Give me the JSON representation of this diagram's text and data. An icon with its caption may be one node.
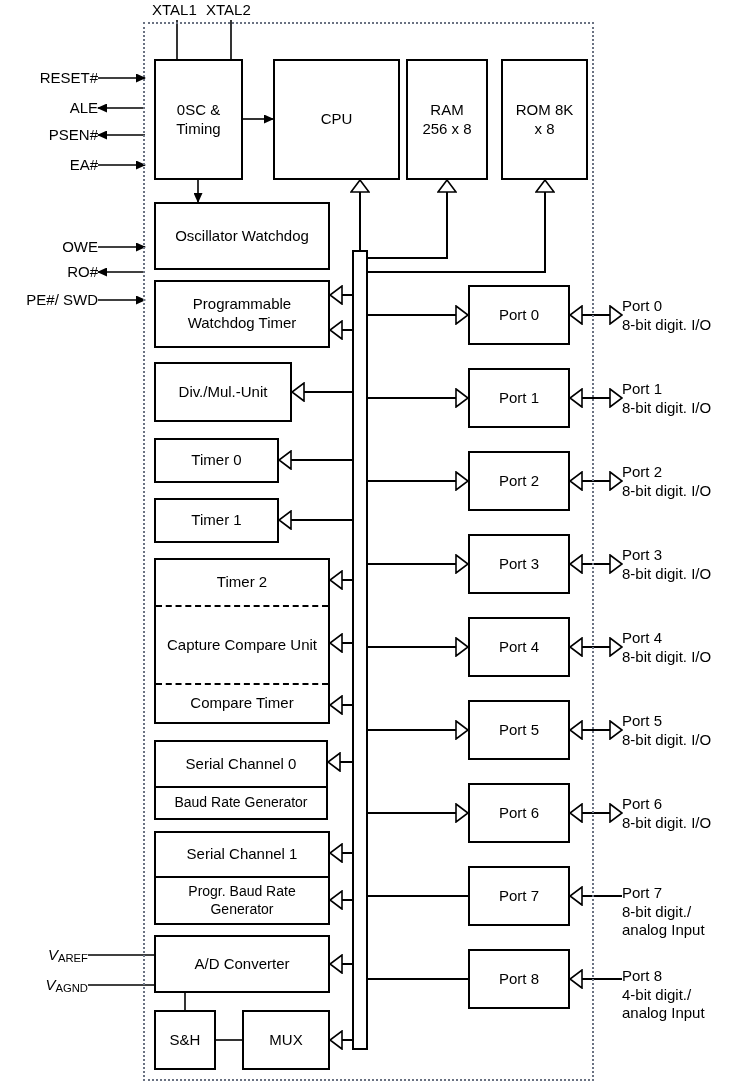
{
  "diagram": {
    "nodes": [
      {
        "text": [],
        "shape": "box"
      },
      {
        "text": [
          "XTAL1"
        ]
      },
      {
        "text": [
          "XTAL2"
        ]
      },
      {
        "text": [
          "RESET#"
        ]
      },
      {
        "text": [
          "ALE"
        ]
      },
      {
        "text": [
          "PSEN#"
        ]
      },
      {
        "text": [
          "EA#"
        ]
      },
      {
        "text": [
          "0SC & Timing"
        ],
        "in": 0
      },
      {
        "text": [
          "CPU"
        ],
        "in": 0
      },
      {
        "text": [
          "RAM 256 x 8"
        ],
        "in": 0
      },
      {
        "text": [
          "ROM 8K x 8"
        ],
        "in": 0
      },
      {
        "text": [
          "Oscillator Watchdog"
        ],
        "in": 0
      },
      {
        "text": [
          "OWE"
        ]
      },
      {
        "text": [
          "RO#"
        ]
      },
      {
        "text": [
          "PE#/ SWD"
        ]
      },
      {
        "text": [
          "Programmable Watchdog Timer"
        ],
        "in": 0
      },
      {
        "text": [
          "Div./Mul.-Unit"
        ],
        "in": 0
      },
      {
        "text": [
          "Timer 0"
        ],
        "in": 0
      },
      {
        "text": [
          "Timer 1"
        ],
        "in": 0
      },
      {
        "text": [
          "Timer 2",
          "Capture Compare Unit",
          "Compare Timer"
        ],
        "in": 0
      },
      {
        "text": [
          "Serial Channel 0",
          "Baud Rate Generator"
        ],
        "in": 0
      },
      {
        "text": [
          "Serial Channel 1",
          "Progr. Baud Rate Generator"
        ],
        "in": 0
      },
      {
        "text": [
          "*V*$_{AREF}$"
        ]
      },
      {
        "text": [
          "*V*$_{AGND}$"
        ]
      },
      {
        "text": [
          "A/D Converter"
        ],
        "in": 0
      },
      {
        "text": [
          "S&H"
        ],
        "in": 0
      },
      {
        "text": [
          "MUX"
        ],
        "in": 0
      },
      {
        "text": [],
        "shape": "bar",
        "in": 0
      },
      {
        "text": [
          "Port 0"
        ],
        "in": 0
      },
      {
        "text": [
          "Port 1"
        ],
        "in": 0
      },
      {
        "text": [
          "Port 2"
        ],
        "in": 0
      },
      {
        "text": [
          "Port 3"
        ],
        "in": 0
      },
      {
        "text": [
          "Port 4"
        ],
        "in": 0
      },
      {
        "text": [
          "Port 5"
        ],
        "in": 0
      },
      {
        "text": [
          "Port 6"
        ],
        "in": 0
      },
      {
        "text": [
          "Port 7"
        ],
        "in": 0
      },
      {
        "text": [
          "Port 8"
        ],
        "in": 0
      },
      {
        "text": [
          "Port 0",
          "8-bit digit. I/O"
        ]
      },
      {
        "text": [
          "Port 1",
          "8-bit digit. I/O"
        ]
      },
      {
        "text": [
          "Port 2",
          "8-bit digit. I/O"
        ]
      },
      {
        "text": [
          "Port 3",
          "8-bit digit. I/O"
        ]
      },
      {
        "text": [
          "Port 4",
          "8-bit digit. I/O"
        ]
      },
      {
        "text": [
          "Port 5",
          "8-bit digit. I/O"
        ]
      },
      {
        "text": [
          "Port 6",
          "8-bit digit. I/O"
        ]
      },
      {
        "text": [
          "Port 7",
          "8-bit digit./ analog Input"
        ]
      },
      {
        "text": [
          "Port 8",
          "4-bit digit./ analog Input"
        ]
      }
    ],
    "edges": [
      {
        "from": 1,
        "to": 7,
        "arrow": "none"
      },
      {
        "from": 2,
        "to": 7,
        "arrow": "none"
      },
      {
        "from": 3,
        "to": 0,
        "arrow": "to"
      },
      {
        "from": 0,
        "to": 4,
        "arrow": "to"
      },
      {
        "from": 0,
        "to": 5,
        "arrow": "to"
      },
      {
        "from": 6,
        "to": 0,
        "arrow": "to"
      },
      {
        "from": 7,
        "to": 8,
        "arrow": "to"
      },
      {
        "from": 7,
        "to": 11,
        "arrow": "to"
      },
      {
        "from": 12,
        "to": 0,
        "arrow": "to"
      },
      {
        "from": 0,
        "to": 13,
        "arrow": "to"
      },
      {
        "from": 14,
        "to": 0,
        "arrow": "to"
      },
      {
        "from": 22,
        "to": 24,
        "arrow": "none"
      },
      {
        "from": 23,
        "to": 24,
        "arrow": "none"
      },
      {
        "from": 24,
        "to": 25,
        "arrow": "none"
      },
      {
        "from": 25,
        "to": 26,
        "arrow": "none"
      },
      {
        "from": 27,
        "to": 8,
        "arrow": "to"
      },
      {
        "from": 27,
        "to": 9,
        "arrow": "to"
      },
      {
        "from": 27,
        "to": 10,
        "arrow": "to"
      },
      {
        "from": 27,
        "to": 15,
        "arrow": "to"
      },
      {
        "from": 27,
        "to": 15,
        "arrow": "to"
      },
      {
        "from": 27,
        "to": 16,
        "arrow": "to"
      },
      {
        "from": 27,
        "to": 17,
        "arrow": "to"
      },
      {
        "from": 27,
        "to": 18,
        "arrow": "to"
      },
      {
        "from": 27,
        "to": 19,
        "arrow": "to"
      },
      {
        "from": 27,
        "to": 19,
        "arrow": "to"
      },
      {
        "from": 27,
        "to": 19,
        "arrow": "to"
      },
      {
        "from": 27,
        "to": 20,
        "arrow": "to"
      },
      {
        "from": 27,
        "to": 21,
        "arrow": "to"
      },
      {
        "from": 27,
        "to": 21,
        "arrow": "to"
      },
      {
        "from": 27,
        "to": 24,
        "arrow": "to"
      },
      {
        "from": 27,
        "to": 26,
        "arrow": "to"
      },
      {
        "from": 27,
        "to": 28,
        "arrow": "to"
      },
      {
        "from": 27,
        "to": 29,
        "arrow": "to"
      },
      {
        "from": 27,
        "to": 30,
        "arrow": "to"
      },
      {
        "from": 27,
        "to": 31,
        "arrow": "to"
      },
      {
        "from": 27,
        "to": 32,
        "arrow": "to"
      },
      {
        "from": 27,
        "to": 33,
        "arrow": "to"
      },
      {
        "from": 27,
        "to": 34,
        "arrow": "to"
      },
      {
        "from": 27,
        "to": 35,
        "arrow": "none"
      },
      {
        "from": 27,
        "to": 36,
        "arrow": "none"
      },
      {
        "from": 28,
        "to": 37,
        "arrow": "both"
      },
      {
        "from": 29,
        "to": 38,
        "arrow": "both"
      },
      {
        "from": 30,
        "to": 39,
        "arrow": "both"
      },
      {
        "from": 31,
        "to": 40,
        "arrow": "both"
      },
      {
        "from": 32,
        "to": 41,
        "arrow": "both"
      },
      {
        "from": 33,
        "to": 42,
        "arrow": "both"
      },
      {
        "from": 34,
        "to": 43,
        "arrow": "both"
      },
      {
        "from": 44,
        "to": 35,
        "arrow": "to"
      },
      {
        "from": 45,
        "to": 36,
        "arrow": "to"
      }
    ]
  }
}
